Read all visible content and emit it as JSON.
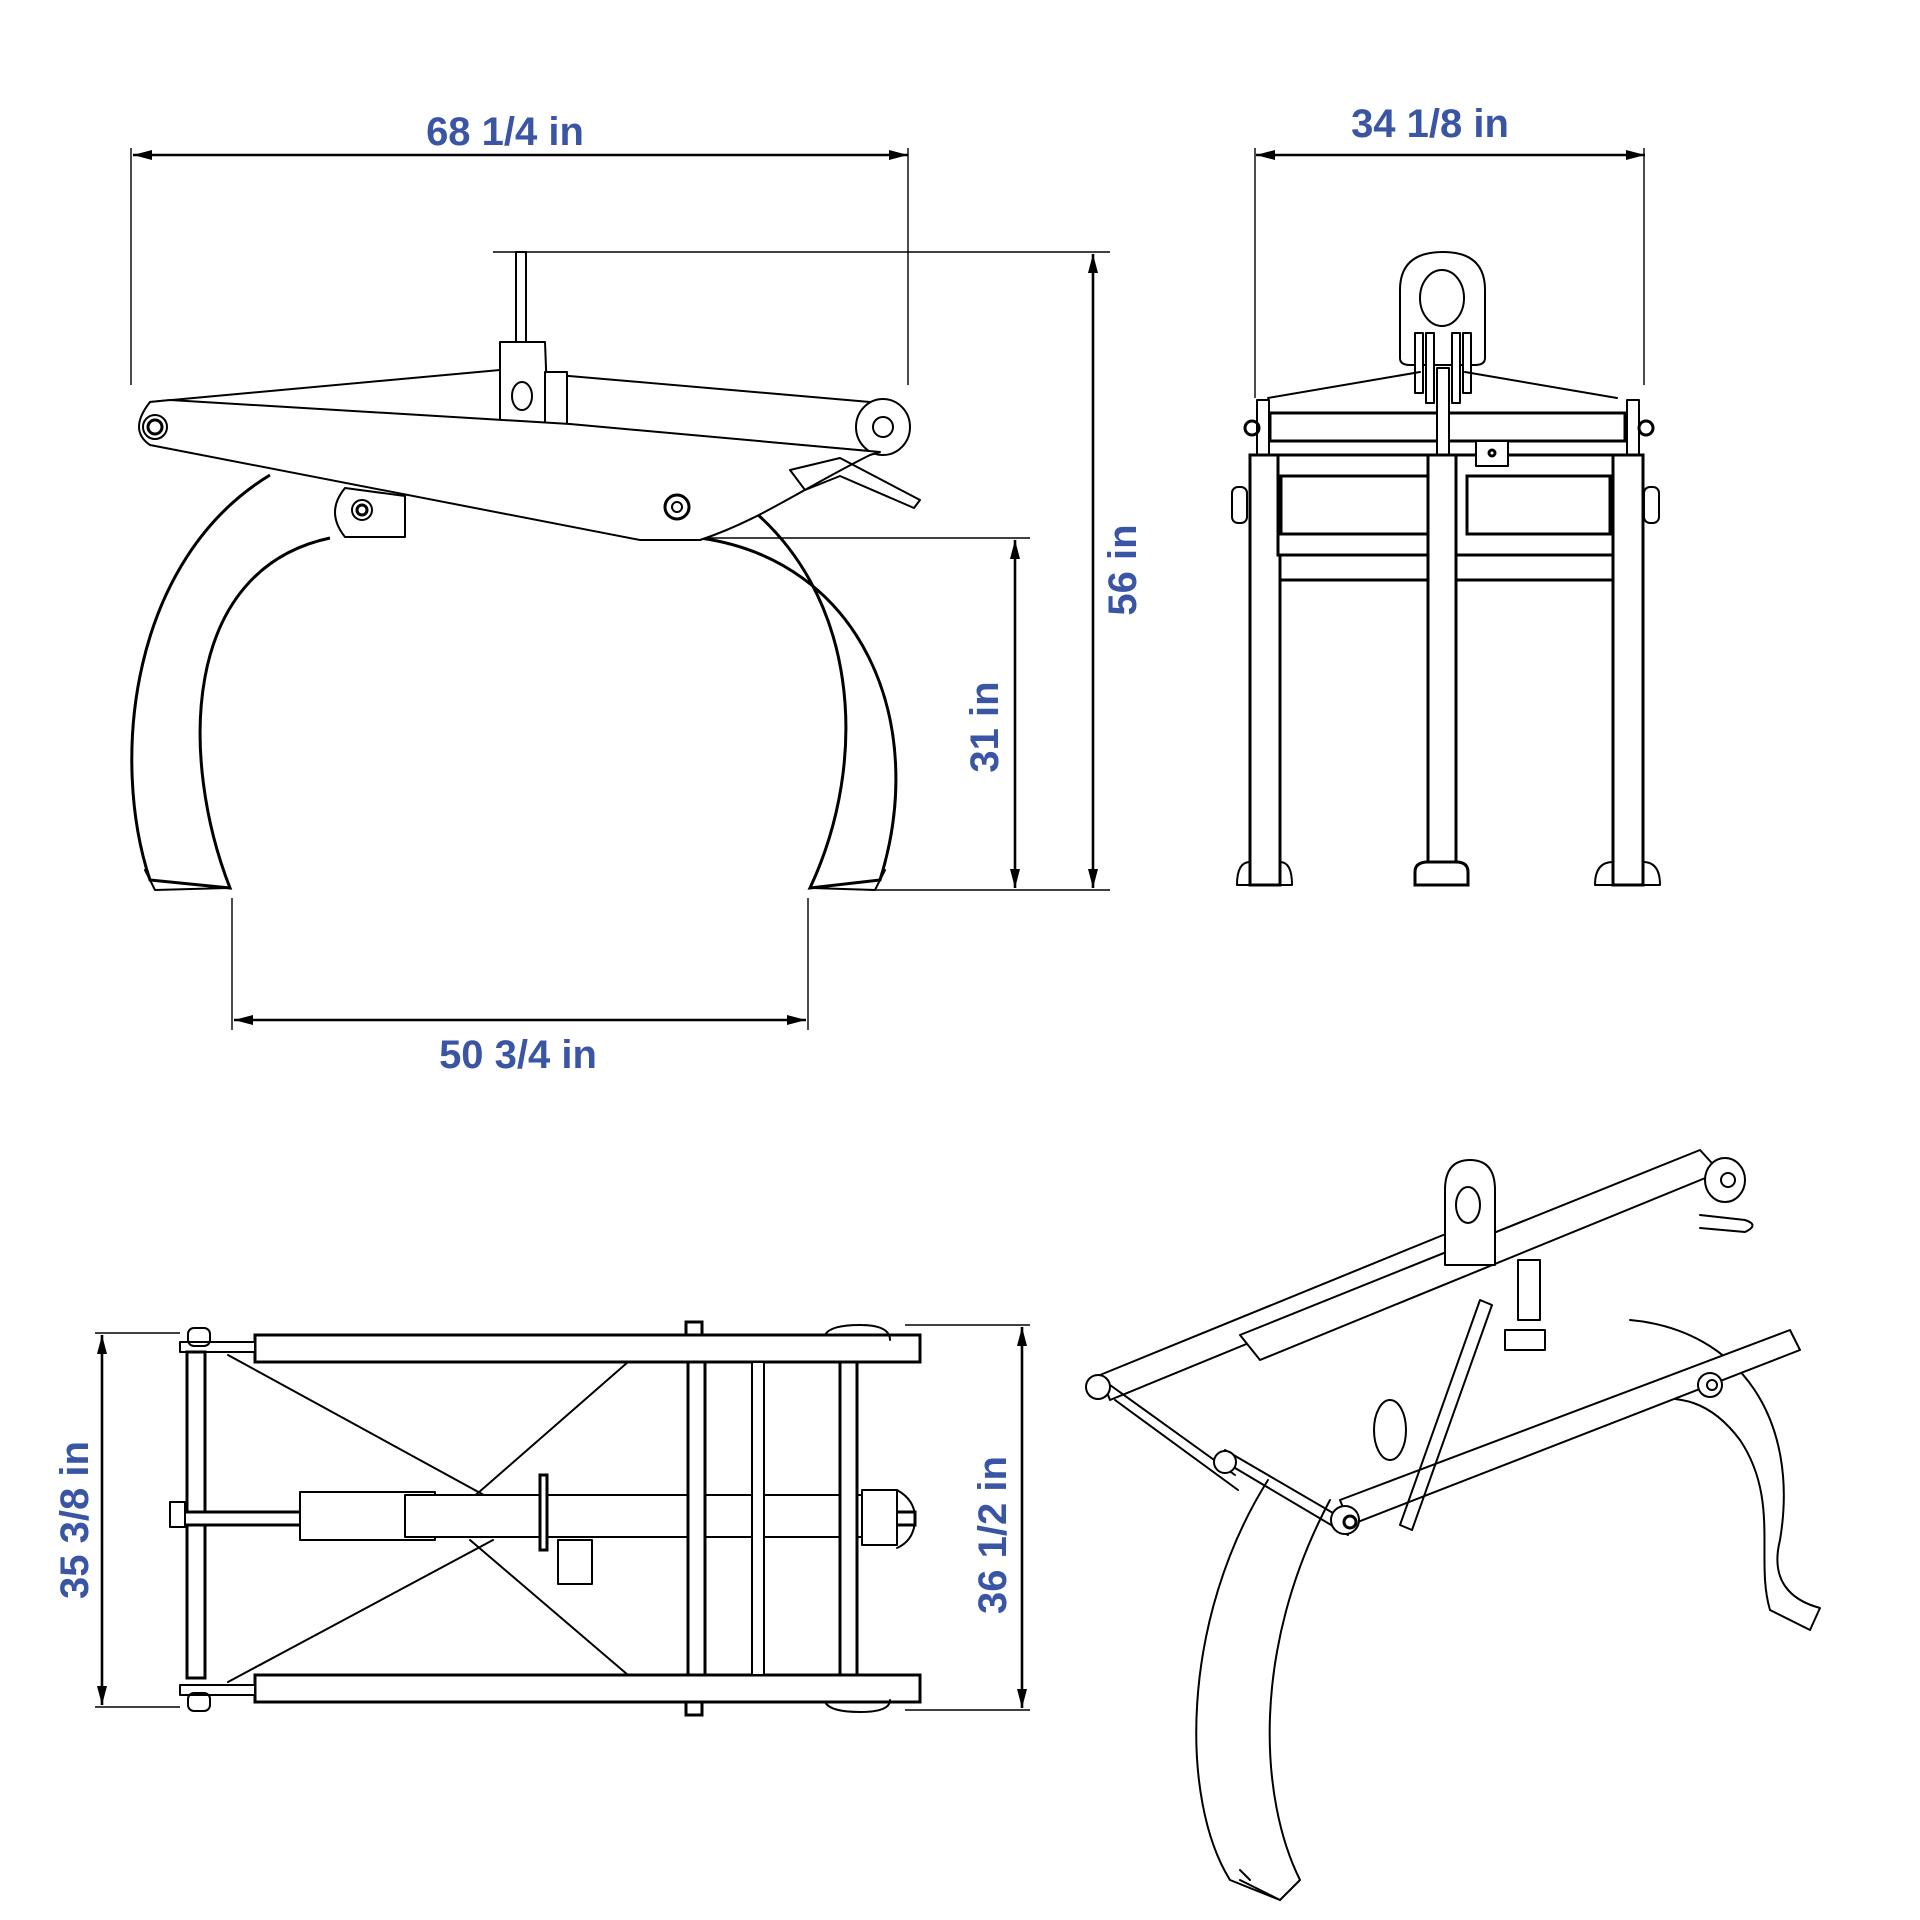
{
  "diagram": {
    "subject": "Log / pipe grab clamp technical drawing",
    "colors": {
      "label": "#3a55a4",
      "line": "#000000",
      "background": "#ffffff"
    },
    "views": {
      "side": {
        "name": "Side view",
        "dimensions": {
          "overall_width": "68 1/4 in",
          "overall_height": "56 in",
          "jaw_opening_height": "31 in",
          "jaw_opening_width": "50 3/4 in"
        }
      },
      "front": {
        "name": "Front view",
        "dimensions": {
          "overall_width": "34 1/8 in"
        }
      },
      "top": {
        "name": "Top view",
        "dimensions": {
          "frame_width": "35 3/8 in",
          "overall_depth": "36 1/2 in"
        }
      },
      "isometric": {
        "name": "Isometric view"
      }
    }
  }
}
